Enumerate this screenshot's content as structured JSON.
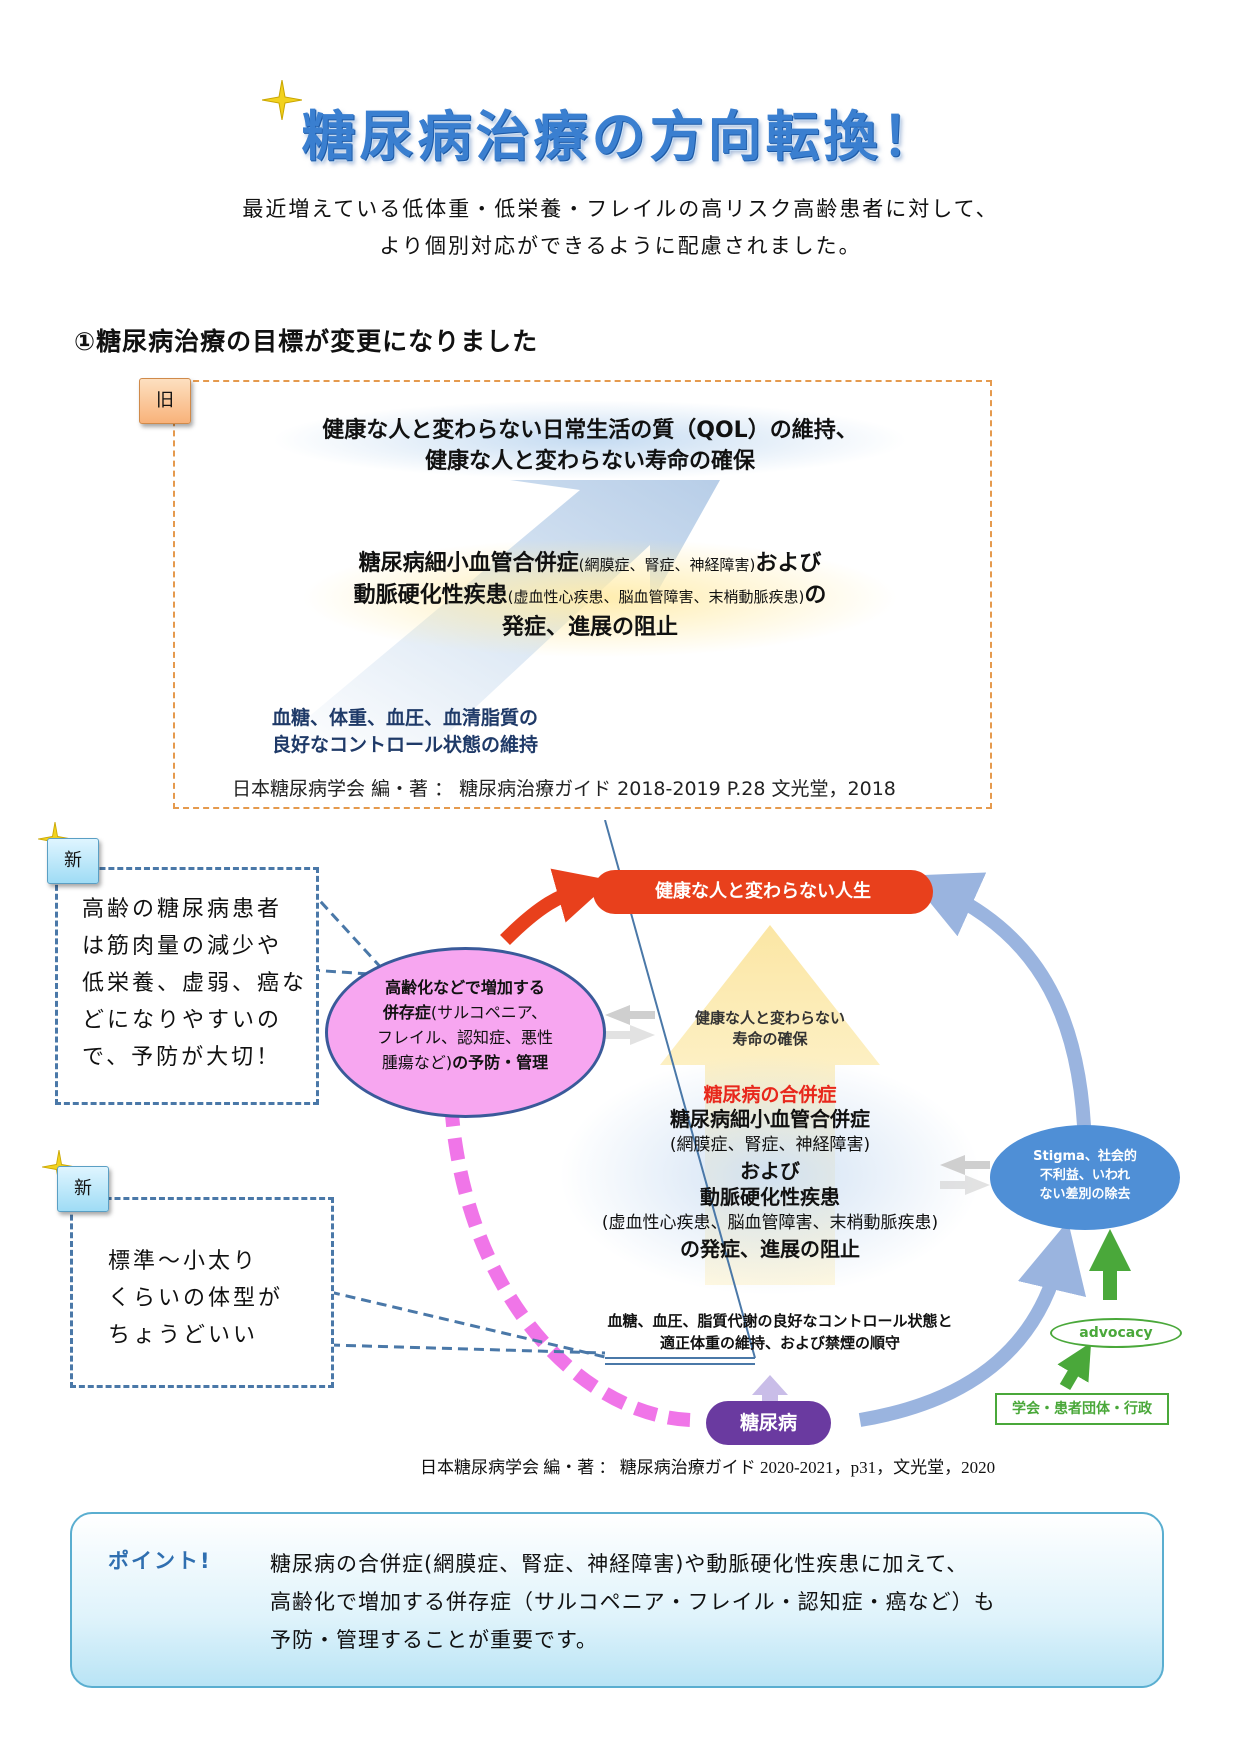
{
  "title": "糖尿病治療の方向転換！",
  "intro": {
    "line1": "最近増えている低体重・低栄養・フレイルの高リスク高齢患者に対して、",
    "line2": "より個別対応ができるように配慮されました。"
  },
  "section1": {
    "heading": "①糖尿病治療の目標が変更になりました"
  },
  "old": {
    "tag": "旧",
    "goal_line1": "健康な人と変わらない日常生活の質（QOL）の維持、",
    "goal_line2": "健康な人と変わらない寿命の確保",
    "mid_line1_main": "糖尿病細小血管合併症",
    "mid_line1_small": "(網膜症、腎症、神経障害)",
    "mid_line1_end": "および",
    "mid_line2_main": "動脈硬化性疾患",
    "mid_line2_small": "(虚血性心疾患、脳血管障害、末梢動脈疾患)",
    "mid_line2_end": "の",
    "mid_line3": "発症、進展の阻止",
    "base_line1": "血糖、体重、血圧、血清脂質の",
    "base_line2": "良好なコントロール状態の維持",
    "citation": "日本糖尿病学会 編・著 ： 糖尿病治療ガイド 2018-2019 P.28 文光堂，2018"
  },
  "new": {
    "tag1": "新",
    "note1": [
      "高齢の糖尿病患者",
      "は筋肉量の減少や",
      "低栄養、虚弱、癌な",
      "どになりやすいの",
      "で、予防が大切！"
    ],
    "tag2": "新",
    "note2": [
      "標準〜小太り",
      "くらいの体型が",
      "ちょうどいい"
    ],
    "top_pill": "健康な人と変わらない人生",
    "comorbid": {
      "line1": "高齢化などで増加する",
      "line2_bold": "併存症",
      "line2_rest": "(サルコペニア、",
      "line3": "フレイル、認知症、悪性",
      "line4_rest": "腫瘍など)",
      "line4_bold": "の予防・管理"
    },
    "arrow_head": [
      "健康な人と変わらない",
      "寿命の確保"
    ],
    "center_red": "糖尿病の合併症",
    "center_lines": [
      "糖尿病細小血管合併症",
      "(網膜症、腎症、神経障害)",
      "および",
      "動脈硬化性疾患",
      "(虚血性心疾患、脳血管障害、末梢動脈疾患)",
      "の発症、進展の阻止"
    ],
    "base_lines": [
      "血糖、血圧、脂質代謝の良好なコントロール状態と",
      "適正体重の維持、および禁煙の順守"
    ],
    "stigma": [
      "Stigma、社会的",
      "不利益、いわれ",
      "ない差別の除去"
    ],
    "advocacy": "advocacy",
    "society": "学会・患者団体・行政",
    "diabetes": "糖尿病",
    "citation": "日本糖尿病学会 編・著 ： 糖尿病治療ガイド 2020-2021，p31，文光堂，2020"
  },
  "point": {
    "label": "ポイント!",
    "line1": "糖尿病の合併症(網膜症、腎症、神経障害)や動脈硬化性疾患に加えて、",
    "line2": "高齢化で増加する併存症（サルコペニア・フレイル・認知症・癌など）も",
    "line3": "予防・管理することが重要です。"
  },
  "colors": {
    "title_blue": "#3a7fd0",
    "orange_dash": "#e59a4e",
    "note_dash": "#4a78a8",
    "red_pill": "#e8401c",
    "pink_ellipse": "#f7a6f0",
    "purple_pill": "#6a3aa0",
    "stigma_blue": "#4f8fd6",
    "green": "#4aa83a",
    "point_blue": "#2f6fb0"
  }
}
